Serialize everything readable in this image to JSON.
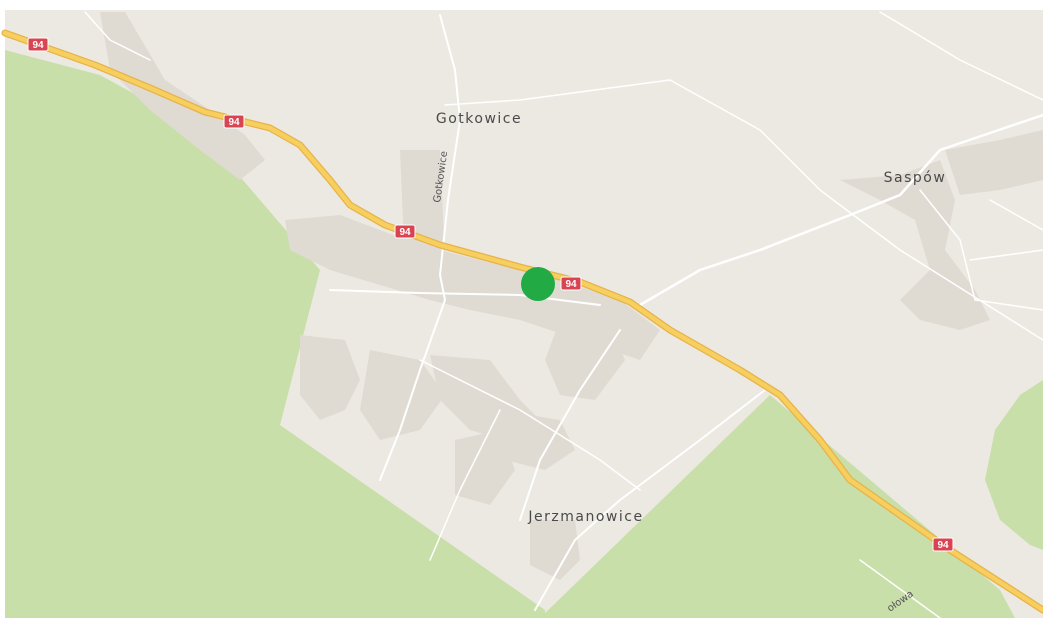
{
  "map": {
    "colors": {
      "land": "#ece9e2",
      "forest": "#c9dfaa",
      "built": "#dfdbd3",
      "minor_road": "#ffffff",
      "highway_fill": "#f6cf5e",
      "highway_casing": "#e7b24a",
      "shield": "#d94452",
      "location_marker": "#22aa44"
    },
    "places": [
      {
        "name": "Gotkowice"
      },
      {
        "name": "Saspów"
      },
      {
        "name": "Jerzmanowice"
      }
    ],
    "streets": [
      {
        "name": "Gotkowice"
      },
      {
        "name": "ołowa"
      }
    ],
    "highway": {
      "number": "94",
      "shields": [
        "94",
        "94",
        "94",
        "94",
        "94"
      ]
    },
    "marker": {
      "icon": "location-dot-icon"
    }
  }
}
